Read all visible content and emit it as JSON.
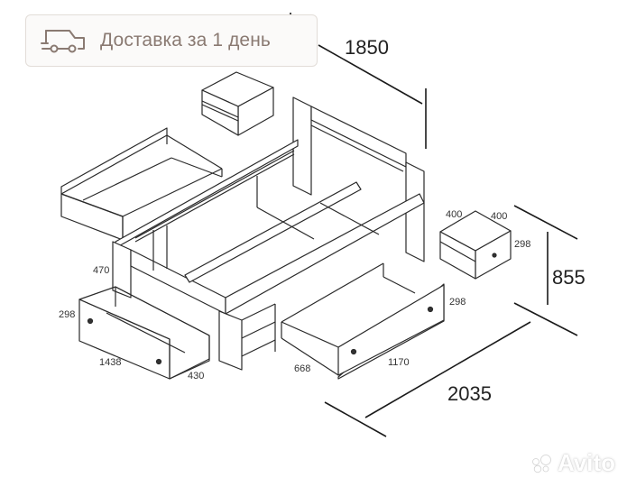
{
  "badge": {
    "icon": "delivery-truck-icon",
    "text": "Доставка за 1 день",
    "color": "#8a7a72"
  },
  "diagram": {
    "subject": "bed-with-drawers-and-nightstands",
    "dimensions": {
      "overall_width": "1850",
      "overall_length": "2035",
      "overall_height": "855",
      "frame_height": "470",
      "left_drawer_height": "298",
      "left_drawer_length": "1438",
      "left_drawer_depth": "430",
      "right_drawer_height": "298",
      "right_drawer_depth": "668",
      "right_drawer_length": "1170",
      "nightstand_width": "400",
      "nightstand_depth": "400",
      "nightstand_height": "298"
    }
  },
  "watermark": {
    "text": "Avito",
    "icon": "avito-logo-icon"
  }
}
